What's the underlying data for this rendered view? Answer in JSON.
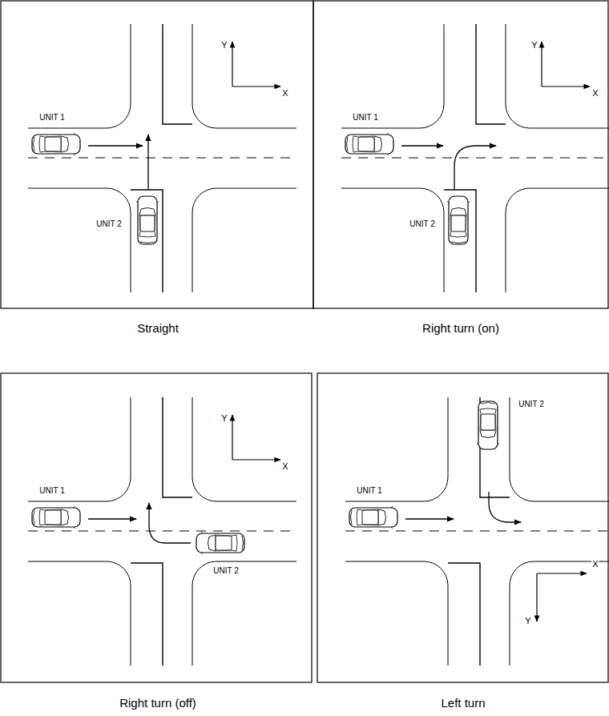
{
  "diagram": {
    "labels": [
      "Y",
      "X",
      "UNIT 1",
      "UNIT 2",
      "Straight",
      "Y",
      "X",
      "UNIT 1",
      "UNIT 2",
      "Right turn (on)",
      "Y",
      "X",
      "UNIT 1",
      "UNIT 2",
      "Right turn (off)",
      "UNIT 1",
      "UNIT 2",
      "X",
      "Y",
      "Left turn"
    ]
  }
}
